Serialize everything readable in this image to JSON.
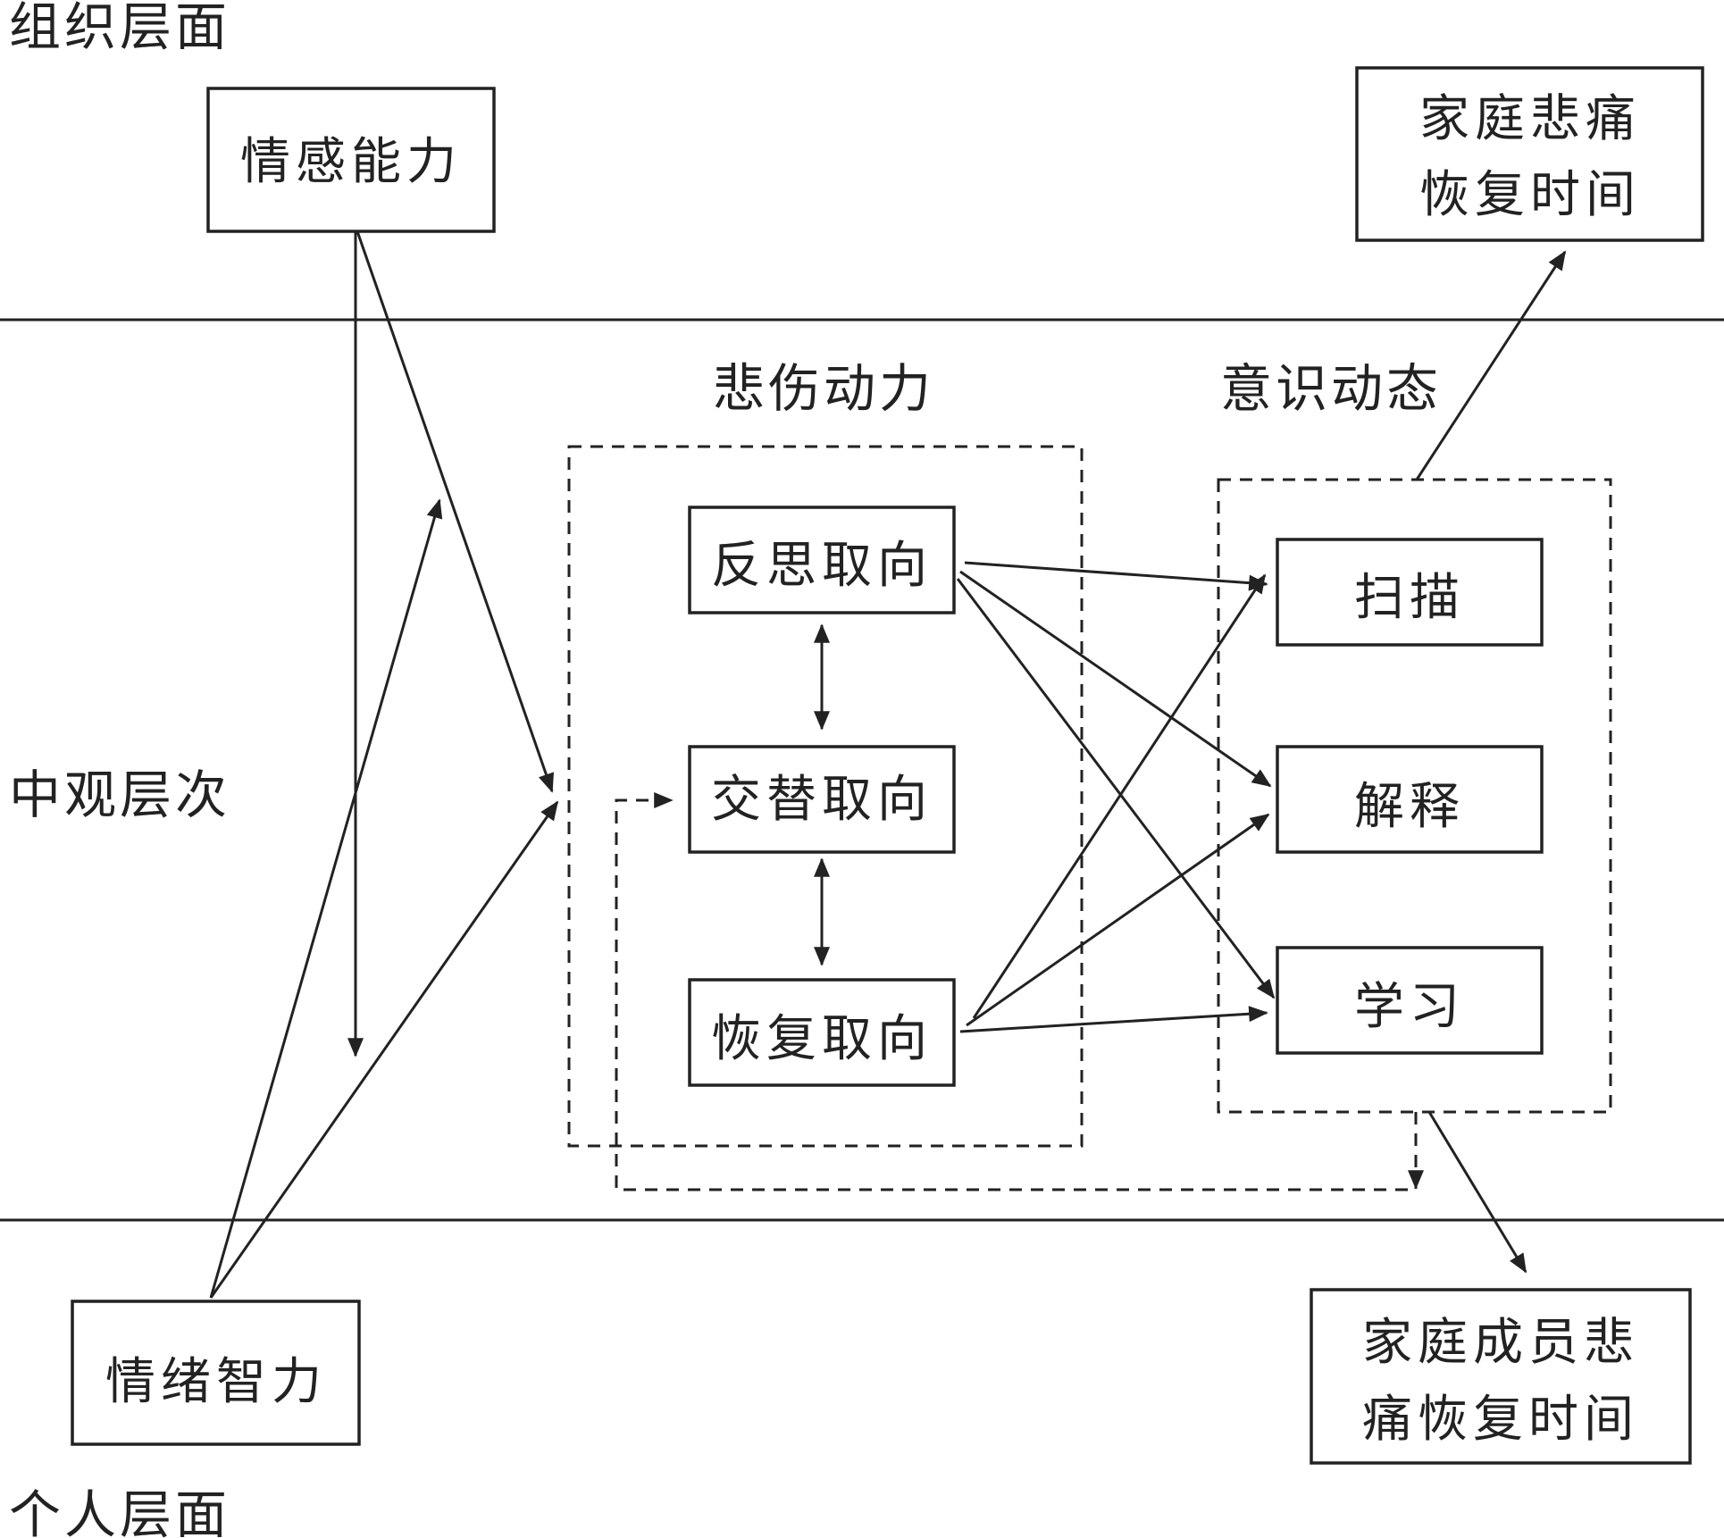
{
  "levels": {
    "top": "组织层面",
    "middle": "中观层次",
    "bottom": "个人层面"
  },
  "group_titles": {
    "grief_dynamics": "悲伤动力",
    "consciousness_dynamics": "意识动态"
  },
  "boxes": {
    "emotional_capacity": "情感能力",
    "emotional_intelligence": "情绪智力",
    "reflective_orientation": "反思取向",
    "alternating_orientation": "交替取向",
    "restoration_orientation": "恢复取向",
    "scanning": "扫描",
    "interpretation": "解释",
    "learning": "学习",
    "family_recovery_line1": "家庭悲痛",
    "family_recovery_line2": "恢复时间",
    "member_recovery_line1": "家庭成员悲",
    "member_recovery_line2": "痛恢复时间"
  },
  "colors": {
    "stroke": "#222222",
    "background": "#ffffff"
  }
}
